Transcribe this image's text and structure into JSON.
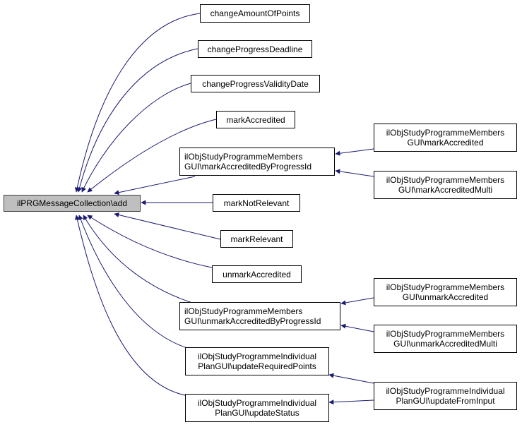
{
  "diagram": {
    "type": "doxygen-caller-graph",
    "colors": {
      "edge": "#191970",
      "root_fill": "#bfbfbf",
      "node_fill": "#ffffff",
      "border": "#000000"
    },
    "root": {
      "id": "root",
      "lines": [
        "ilPRGMessageCollection\\add"
      ]
    },
    "nodes": [
      {
        "id": "n1",
        "lines": [
          "changeAmountOfPoints"
        ]
      },
      {
        "id": "n2",
        "lines": [
          "changeProgressDeadline"
        ]
      },
      {
        "id": "n3",
        "lines": [
          "changeProgressValidityDate"
        ]
      },
      {
        "id": "n4",
        "lines": [
          "markAccredited"
        ]
      },
      {
        "id": "n5",
        "lines": [
          "ilObjStudyProgrammeMembers",
          "GUI\\markAccreditedByProgressId"
        ]
      },
      {
        "id": "n6",
        "lines": [
          "markNotRelevant"
        ]
      },
      {
        "id": "n7",
        "lines": [
          "markRelevant"
        ]
      },
      {
        "id": "n8",
        "lines": [
          "unmarkAccredited"
        ]
      },
      {
        "id": "n9",
        "lines": [
          "ilObjStudyProgrammeMembers",
          "GUI\\unmarkAccreditedByProgressId"
        ]
      },
      {
        "id": "n10",
        "lines": [
          "ilObjStudyProgrammeIndividual",
          "PlanGUI\\updateRequiredPoints"
        ]
      },
      {
        "id": "n11",
        "lines": [
          "ilObjStudyProgrammeIndividual",
          "PlanGUI\\updateStatus"
        ]
      },
      {
        "id": "n12",
        "lines": [
          "ilObjStudyProgrammeMembers",
          "GUI\\markAccredited"
        ]
      },
      {
        "id": "n13",
        "lines": [
          "ilObjStudyProgrammeMembers",
          "GUI\\markAccreditedMulti"
        ]
      },
      {
        "id": "n14",
        "lines": [
          "ilObjStudyProgrammeMembers",
          "GUI\\unmarkAccredited"
        ]
      },
      {
        "id": "n15",
        "lines": [
          "ilObjStudyProgrammeMembers",
          "GUI\\unmarkAccreditedMulti"
        ]
      },
      {
        "id": "n16",
        "lines": [
          "ilObjStudyProgrammeIndividual",
          "PlanGUI\\updateFromInput"
        ]
      }
    ],
    "edges": [
      {
        "from": "n1",
        "to": "root"
      },
      {
        "from": "n2",
        "to": "root"
      },
      {
        "from": "n3",
        "to": "root"
      },
      {
        "from": "n4",
        "to": "root"
      },
      {
        "from": "n5",
        "to": "root"
      },
      {
        "from": "n6",
        "to": "root"
      },
      {
        "from": "n7",
        "to": "root"
      },
      {
        "from": "n8",
        "to": "root"
      },
      {
        "from": "n9",
        "to": "root"
      },
      {
        "from": "n10",
        "to": "root"
      },
      {
        "from": "n11",
        "to": "root"
      },
      {
        "from": "n12",
        "to": "n5"
      },
      {
        "from": "n13",
        "to": "n5"
      },
      {
        "from": "n14",
        "to": "n9"
      },
      {
        "from": "n15",
        "to": "n9"
      },
      {
        "from": "n16",
        "to": "n10"
      },
      {
        "from": "n16",
        "to": "n11"
      }
    ]
  }
}
